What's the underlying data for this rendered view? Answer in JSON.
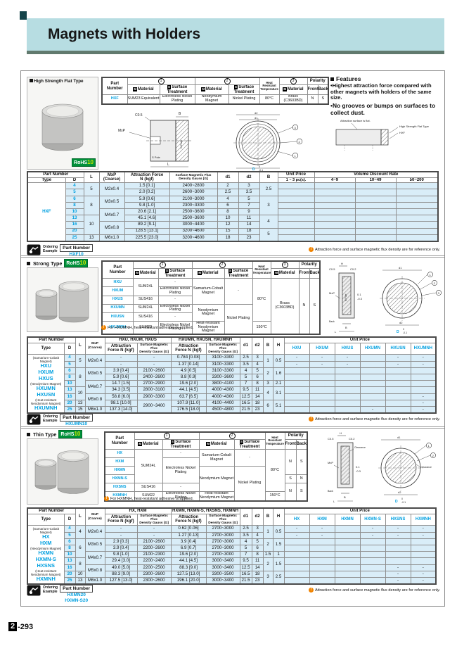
{
  "page": {
    "title": "Magnets with Holders",
    "footer_num": "2",
    "footer_page": "-293"
  },
  "common": {
    "rohs": "RoHS",
    "rohs_ver": "10",
    "ordering1": "Ordering",
    "ordering2": "Example",
    "part_number": "Part Number",
    "mark": "!",
    "ref_note": "Attraction force and surface magnetic flux density are for reference only.",
    "m": "M",
    "s": "S",
    "spec": {
      "part_number": "Part\nNumber",
      "material": "Material",
      "surface": "Surface Treatment",
      "heat": "Heat\nResistant\nTemperature",
      "polarity": "Polarity",
      "front": "Front",
      "back": "Back"
    },
    "n1": "1",
    "n2": "2",
    "n3": "3",
    "dg": {
      "c05": "C0.5",
      "c02": "C0.2",
      "b": "B",
      "l": "L",
      "h": "H",
      "mxp": "MxP",
      "npole": "N Pole",
      "spole": "S Pole",
      "d1": "d1",
      "d2": "d2",
      "D": "D",
      "t0": "0",
      "tm01": "-0.1",
      "t01": "0.1",
      "tm03": "-0.3",
      "clearance": "Clearance",
      "back": "Back"
    }
  },
  "s1": {
    "label": "High Strength Flat Type",
    "spec_rows": [
      [
        {
          "v": "HXF",
          "cls": "pncell"
        },
        "SUM23 Equivalent",
        {
          "v": "Electroless Nickel Plating",
          "cls": "sm"
        },
        "Neodymium Magnet",
        "Nickel Plating",
        "80°C",
        {
          "lines": [
            {
              "t": "Brass"
            },
            {
              "t": "(C3603BD)"
            }
          ]
        },
        "N",
        "S"
      ]
    ],
    "features": {
      "title": "Features",
      "b1": "Highest attraction force compared with other magnets with holders of the same size.",
      "b2": "No grooves or bumps on surfaces to collect dust.",
      "flat": "Attraction surface is flat.",
      "c1": "High Strength Flat Type",
      "c2": "HXF"
    },
    "h": {
      "part_number": "Part Number",
      "type": "Type",
      "d": "D",
      "l": "L",
      "mxp": "MxP\n(Coarse)",
      "force": "Attraction Force\nN {kgf}",
      "flux": "Surface Magnetic Flux\nDensity Gauss [G]",
      "d1": "d1",
      "d2": "d2",
      "b": "B",
      "unit": "Unit Price",
      "unit_qty": "1 ~ 3 pc(s).",
      "vdr": "Volume Discount Rate",
      "r1": "4~9",
      "r2": "10~49",
      "r3": "50~200"
    },
    "rows": [
      [
        {
          "v": "HXF",
          "rs": 9,
          "cls": "typecell hxf"
        },
        {
          "v": "4",
          "cls": "d"
        },
        {
          "v": "5",
          "rs": 2
        },
        {
          "v": "M2x0.4",
          "rs": 2
        },
        "1.5 [0.1]",
        "2400~2800",
        "2",
        "3",
        {
          "v": "2.5",
          "rs": 2
        },
        "",
        "",
        "",
        ""
      ],
      [
        {
          "v": "5",
          "cls": "d"
        },
        "2.0 [0.2]",
        "2600~3000",
        "2.5",
        "3.5",
        "",
        "",
        "",
        ""
      ],
      [
        {
          "v": "6",
          "cls": "d"
        },
        {
          "v": "8",
          "rs": 3
        },
        {
          "v": "M3x0.5",
          "rs": 2
        },
        "5.9 [0.6]",
        "2100~3000",
        "4",
        "5",
        {
          "v": "3",
          "rs": 3
        },
        "",
        "",
        "",
        ""
      ],
      [
        {
          "v": "8",
          "cls": "d"
        },
        "9.8 [1.0]",
        "2300~3300",
        "6",
        "7",
        "",
        "",
        "",
        ""
      ],
      [
        {
          "v": "10",
          "cls": "d"
        },
        {
          "v": "M4x0.7",
          "rs": 2
        },
        "20.6 [2.1]",
        "2500~3600",
        "8",
        "9",
        "",
        "",
        "",
        ""
      ],
      [
        {
          "v": "13",
          "cls": "d"
        },
        {
          "v": "10",
          "rs": 3
        },
        "45.1 [4.6]",
        "2500~3600",
        "10",
        "11",
        {
          "v": "4",
          "rs": 2
        },
        "",
        "",
        "",
        ""
      ],
      [
        {
          "v": "16",
          "cls": "d"
        },
        {
          "v": "M5x0.8",
          "rs": 2
        },
        "89.2 [9.1]",
        "3000~4400",
        "12",
        "14",
        "",
        "",
        "",
        ""
      ],
      [
        {
          "v": "20",
          "cls": "d"
        },
        "128.5 [13.1]",
        "3200~4600",
        "15",
        "18",
        {
          "v": "5",
          "rs": 2
        },
        "",
        "",
        "",
        ""
      ],
      [
        {
          "v": "25",
          "cls": "d"
        },
        "13",
        "M6x1.0",
        "225.5 [23.0]",
        "3200~4600",
        "18",
        "23",
        "",
        "",
        "",
        ""
      ]
    ],
    "code": "HXF10"
  },
  "s2": {
    "label": "Strong Type",
    "spec_rows": [
      [
        {
          "v": "HXU",
          "cls": "pncell"
        },
        {
          "v": "SUM24L",
          "rs": 2
        },
        "-",
        {
          "v": "Samarium-Cobalt Magnet",
          "rs": 3
        },
        {
          "v": "-",
          "rs": 3
        },
        {
          "v": "80°C",
          "rs": 5
        },
        {
          "lines": [
            {
              "t": "Brass"
            },
            {
              "t": "(C3603BD)"
            }
          ],
          "rs": 6
        },
        {
          "v": "N",
          "rs": 6
        },
        {
          "v": "S",
          "rs": 6
        }
      ],
      [
        {
          "v": "HXUM",
          "cls": "pncell"
        },
        {
          "v": "Electroless Nickel Plating",
          "cls": "sm"
        }
      ],
      [
        {
          "v": "HXUS",
          "cls": "pncell"
        },
        "SUS416",
        "-"
      ],
      [
        {
          "v": "HXUMN",
          "cls": "pncell"
        },
        "SUM24L",
        {
          "v": "Electroless Nickel Plating",
          "cls": "sm"
        },
        {
          "v": "Neodymium Magnet",
          "rs": 2
        },
        {
          "v": "Nickel Plating",
          "rs": 3
        }
      ],
      [
        {
          "v": "HXUSN",
          "cls": "pncell"
        },
        "SUS416",
        "-"
      ],
      [
        {
          "v": "HXUMNH",
          "cls": "pncell"
        },
        "SUM22",
        {
          "v": "Electroless Nickel Plating",
          "cls": "sm"
        },
        {
          "v": "Heat-resistant Neodymium Magnet",
          "cls": "sm"
        },
        "150°C"
      ]
    ],
    "spec_note": "For HXUMNH, heat-resistant adhesive is applied.",
    "h": {
      "part_number": "Part Number",
      "type": "Type",
      "d": "D",
      "l": "L",
      "mxp": "MxP\n(Coarse)",
      "g1": "HXU, HXUM, HXUS",
      "g2": "HXUMN, HXUSN, HXUMNH",
      "force": "Attraction\nForce N {kgf}",
      "flux": "Surface Magnetic Flux\nDensity Gauss [G]",
      "d1": "d1",
      "d2": "d2",
      "b": "B",
      "hh": "H",
      "unit": "Unit Price",
      "p": [
        "HXU",
        "HXUM",
        "HXUS",
        "HXUMN",
        "HXUSN",
        "HXUMNH"
      ]
    },
    "type_lines": [
      {
        "t": "(Samarium-Cobalt Magnet)",
        "cls": "tiny"
      },
      {
        "t": "HXU",
        "cls": "pn"
      },
      {
        "t": "HXUM",
        "cls": "pn"
      },
      {
        "t": "HXUS",
        "cls": "pn"
      },
      {
        "t": "(Neodymium Magnet)",
        "cls": "tiny"
      },
      {
        "t": "HXUMN",
        "cls": "pn"
      },
      {
        "t": "HXUSN",
        "cls": "pn"
      },
      {
        "t": "(Heat-resistant Neodymium Magnet)",
        "cls": "tiny"
      },
      {
        "t": "HXUMNH",
        "cls": "pn"
      }
    ],
    "rows": [
      [
        {
          "lines": [
            {
              "t": "(Samarium-Cobalt Magnet)",
              "cls": "tiny"
            },
            {
              "t": "HXU",
              "cls": "pn"
            },
            {
              "t": "HXUM",
              "cls": "pn"
            },
            {
              "t": "HXUS",
              "cls": "pn"
            },
            {
              "t": "(Neodymium Magnet)",
              "cls": "tiny"
            },
            {
              "t": "HXUMN",
              "cls": "pn"
            },
            {
              "t": "HXUSN",
              "cls": "pn"
            },
            {
              "t": "(Heat-resistant Neodymium Magnet)",
              "cls": "tiny"
            },
            {
              "t": "HXUMNH",
              "cls": "pn"
            }
          ],
          "rs": 9,
          "cls": "typecell"
        },
        {
          "v": "4",
          "cls": "d"
        },
        {
          "v": "5",
          "rs": 2
        },
        {
          "v": "M2x0.4",
          "rs": 2
        },
        "-",
        "-",
        "0.784 [0.08]",
        "3100~3300",
        "2.5",
        "3",
        {
          "v": "1",
          "rs": 2
        },
        {
          "v": "0.5",
          "rs": 2
        },
        "-",
        "-",
        "-",
        "",
        "-",
        "-"
      ],
      [
        {
          "v": "5",
          "cls": "d"
        },
        "-",
        "-",
        "1.37 [0.14]",
        "3100~3300",
        "3.5",
        "4",
        "-",
        "-",
        "-",
        "",
        "-",
        "-"
      ],
      [
        {
          "v": "6",
          "cls": "d"
        },
        {
          "v": "8",
          "rs": 3
        },
        {
          "v": "M3x0.5",
          "rs": 2
        },
        "3.9 [0.4]",
        "2100~2600",
        "4.9 [0.5]",
        "3100~3300",
        "4",
        "5",
        {
          "v": "2",
          "rs": 2
        },
        {
          "v": "1.6",
          "rs": 2
        },
        "",
        "",
        "",
        "",
        "",
        ""
      ],
      [
        {
          "v": "8",
          "cls": "d"
        },
        "5.9 [0.6]",
        "2400~2600",
        "8.8 [0.9]",
        "3300~3600",
        "5",
        "6",
        "",
        "",
        "",
        "",
        "",
        ""
      ],
      [
        {
          "v": "10",
          "cls": "d"
        },
        {
          "v": "M4x0.7",
          "rs": 2
        },
        "14.7 [1.5]",
        "2700~2900",
        "19.6 [2.0]",
        "3800~4100",
        "7",
        "8",
        "3",
        "2.1",
        "",
        "",
        "",
        "",
        "",
        ""
      ],
      [
        {
          "v": "13",
          "cls": "d"
        },
        {
          "v": "10",
          "rs": 2
        },
        "34.3 [3.5]",
        "2800~3100",
        "44.1 [4.5]",
        "4000~4300",
        "9.5",
        "11",
        {
          "v": "4",
          "rs": 2
        },
        {
          "v": "3.1",
          "rs": 2
        },
        "",
        "",
        "",
        "",
        "",
        ""
      ],
      [
        {
          "v": "16",
          "cls": "d"
        },
        {
          "v": "M5x0.8",
          "rs": 2
        },
        "58.8 [6.0]",
        "2900~3300",
        "63.7 [6.5]",
        "4000~4300",
        "12.5",
        "14",
        "",
        "",
        "",
        "",
        "",
        "-"
      ],
      [
        {
          "v": "20",
          "cls": "d"
        },
        "13",
        "98.1 [10.0]",
        {
          "v": "2900~3400",
          "rs": 2
        },
        "107.9 [11.0]",
        "4100~4400",
        "16.5",
        "18",
        {
          "v": "6",
          "rs": 2
        },
        {
          "v": "5.1",
          "rs": 2
        },
        "",
        "",
        "",
        "",
        "",
        "-"
      ],
      [
        {
          "v": "25",
          "cls": "d"
        },
        "15",
        "M6x1.0",
        "137.3 [14.0]",
        "176.5 [18.0]",
        "4500~4800",
        "21.5",
        "23",
        "",
        "",
        "",
        "-",
        "",
        "-"
      ]
    ],
    "code": "HXUMN10"
  },
  "s3": {
    "label": "Thin Type",
    "spec_rows": [
      [
        {
          "v": "HX",
          "cls": "pncell"
        },
        {
          "v": "SUM24L",
          "rs": 4
        },
        "-",
        {
          "v": "Samarium-Cobalt Magnet",
          "rs": 2
        },
        {
          "v": "-",
          "rs": 2
        },
        {
          "v": "80°C",
          "rs": 5
        },
        {
          "v": "N",
          "rs": 3
        },
        {
          "v": "S",
          "rs": 3
        }
      ],
      [
        {
          "v": "HXM",
          "cls": "pncell"
        },
        {
          "v": "Electroless Nickel Plating",
          "rs": 3,
          "cls": "sm"
        }
      ],
      [
        {
          "v": "HXMN",
          "cls": "pncell"
        },
        {
          "v": "Neodymium Magnet",
          "rs": 3
        },
        {
          "v": "Nickel Plating",
          "rs": 4
        }
      ],
      [
        {
          "v": "HXMN-S",
          "cls": "pncell"
        },
        "S",
        "N"
      ],
      [
        {
          "v": "HXSNS",
          "cls": "pncell"
        },
        "SUS416",
        "-",
        {
          "v": "N",
          "rs": 2
        },
        {
          "v": "S",
          "rs": 2
        }
      ],
      [
        {
          "v": "HXMNH",
          "cls": "pncell"
        },
        "SUM22",
        {
          "v": "Electroless Nickel Plating",
          "cls": "sm"
        },
        {
          "v": "Heat-resistant Neodymium Magnet",
          "cls": "sm"
        },
        "150°C"
      ]
    ],
    "spec_note": "For HXMNH, heat-resistant adhesive is applied.",
    "h": {
      "part_number": "Part Number",
      "type": "Type",
      "d": "D",
      "l": "L",
      "mxp": "MxP\n(Coarse)",
      "g1": "HX, HXM",
      "g2": "HXMN, HXMN-S, HXSNS, HXMNH",
      "force": "Attraction\nForce N {kgf}",
      "flux": "Surface Magnetic Flux\nDensity Gauss [G]",
      "d1": "d1",
      "d2": "d2",
      "b": "B",
      "hh": "H",
      "unit": "Unit Price",
      "p": [
        "HX",
        "HXM",
        "HXMN",
        "HXMN-S",
        "HXSNS",
        "HXMNH"
      ]
    },
    "rows": [
      [
        {
          "lines": [
            {
              "t": "(Samarium-Cobalt Magnet)",
              "cls": "tiny"
            },
            {
              "t": "HX",
              "cls": "pn"
            },
            {
              "t": "HXM",
              "cls": "pn"
            },
            {
              "t": "(Neodymium Magnet)",
              "cls": "tiny"
            },
            {
              "t": "HXMN",
              "cls": "pn"
            },
            {
              "t": "HXMN-S",
              "cls": "pn"
            },
            {
              "t": "HXSNS",
              "cls": "pn"
            },
            {
              "t": "(Heat-resistant Neodymium Magnet)",
              "cls": "tiny"
            },
            {
              "t": "HXMNH",
              "cls": "pn"
            }
          ],
          "rs": 9,
          "cls": "typecell"
        },
        {
          "v": "4",
          "cls": "d"
        },
        {
          "v": "4",
          "rs": 2
        },
        {
          "v": "M2x0.4",
          "rs": 2
        },
        "-",
        "-",
        "0.62 [0.06]",
        "2700~3000",
        "2.5",
        "3",
        {
          "v": "1",
          "rs": 2
        },
        {
          "v": "0.5",
          "rs": 2
        },
        "-",
        "-",
        "",
        "-",
        "-",
        "-"
      ],
      [
        {
          "v": "5",
          "cls": "d"
        },
        "-",
        "-",
        "1.27 [0.13]",
        "2700~3000",
        "3.5",
        "4",
        "-",
        "-",
        "",
        "-",
        "-",
        "-"
      ],
      [
        {
          "v": "6",
          "cls": "d"
        },
        {
          "v": "6",
          "rs": 3
        },
        {
          "v": "M3x0.5",
          "rs": 2
        },
        "2.9 [0.3]",
        "2100~2600",
        "3.9 [0.4]",
        "2700~3000",
        "4",
        "5",
        {
          "v": "2",
          "rs": 2
        },
        {
          "v": "1.5",
          "rs": 2
        },
        "",
        "",
        "",
        "",
        "",
        ""
      ],
      [
        {
          "v": "8",
          "cls": "d"
        },
        "3.9 [0.4]",
        "2200~2600",
        "6.9 [0.7]",
        "2700~3000",
        "5",
        "6",
        "",
        "",
        "",
        "",
        "",
        ""
      ],
      [
        {
          "v": "10",
          "cls": "d"
        },
        {
          "v": "M4x0.7",
          "rs": 2
        },
        "9.8 [1.0]",
        "2100~2300",
        "19.6 [2.0]",
        "2700~3000",
        "7",
        "8",
        "1.5",
        "1",
        "",
        "",
        "",
        "",
        "",
        ""
      ],
      [
        {
          "v": "13",
          "cls": "d"
        },
        {
          "v": "8",
          "rs": 2
        },
        "29.4 [3.0]",
        "2200~2400",
        "44.1 [4.5]",
        "3000~3400",
        "9.5",
        "11",
        {
          "v": "2",
          "rs": 2
        },
        {
          "v": "1.5",
          "rs": 2
        },
        "",
        "",
        "",
        "",
        "",
        ""
      ],
      [
        {
          "v": "16",
          "cls": "d"
        },
        {
          "v": "M5x0.8",
          "rs": 2
        },
        "49.0 [5.0]",
        "2200~2500",
        "88.3 [9.0]",
        "3000~3400",
        "12.5",
        "14",
        "",
        "",
        "",
        "",
        "-",
        "-"
      ],
      [
        {
          "v": "20",
          "cls": "d"
        },
        "10",
        "88.3 [9.0]",
        "2300~2600",
        "127.5 [13.0]",
        "3300~3500",
        "16.5",
        "18",
        {
          "v": "3",
          "rs": 2
        },
        {
          "v": "2.5",
          "rs": 2
        },
        "",
        "",
        "",
        "",
        "-",
        "-"
      ],
      [
        {
          "v": "25",
          "cls": "d"
        },
        "13",
        "M6x1.0",
        "127.5 [13.0]",
        "2300~2600",
        "196.1 [20.0]",
        "3000~3400",
        "21.5",
        "23",
        "",
        "",
        "",
        "",
        "-",
        "-"
      ]
    ],
    "codes": [
      "HXMN20",
      "HXMN-S20"
    ]
  }
}
